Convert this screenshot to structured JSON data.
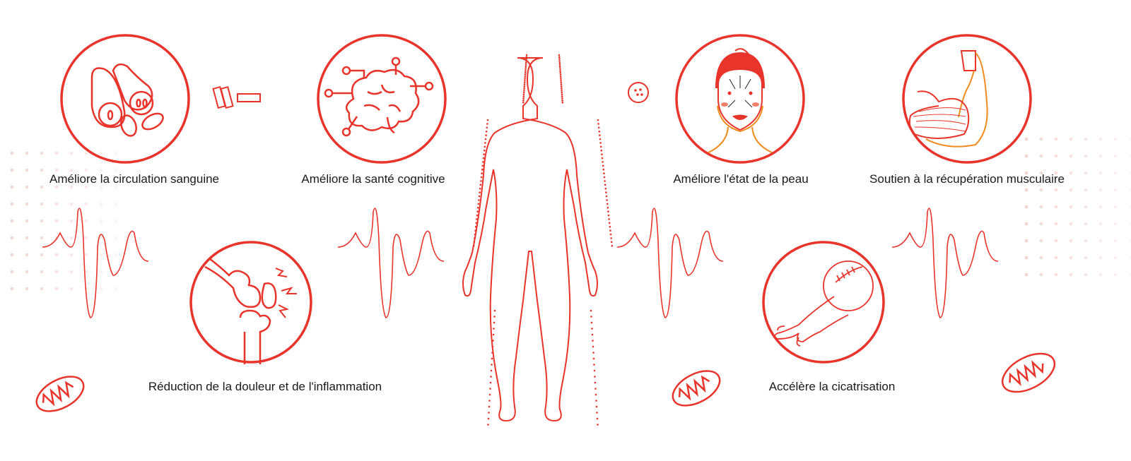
{
  "colors": {
    "accent": "#e8342a",
    "orange": "#f08a1c",
    "text": "#1a1a1a",
    "dots": "#f7d3cf"
  },
  "benefits": [
    {
      "label": "Améliore la circulation sanguine",
      "icon": "blood-cells-icon"
    },
    {
      "label": "Améliore la santé cognitive",
      "icon": "brain-circuit-icon"
    },
    {
      "label": "Améliore l'état de la peau",
      "icon": "face-massage-icon"
    },
    {
      "label": "Soutien à la récupération musculaire",
      "icon": "flexed-arm-muscle-icon"
    },
    {
      "label": "Réduction de la douleur et de l'inflammation",
      "icon": "knee-joint-pain-icon"
    },
    {
      "label": "Accélère la cicatrisation",
      "icon": "healing-wound-arm-icon"
    }
  ]
}
